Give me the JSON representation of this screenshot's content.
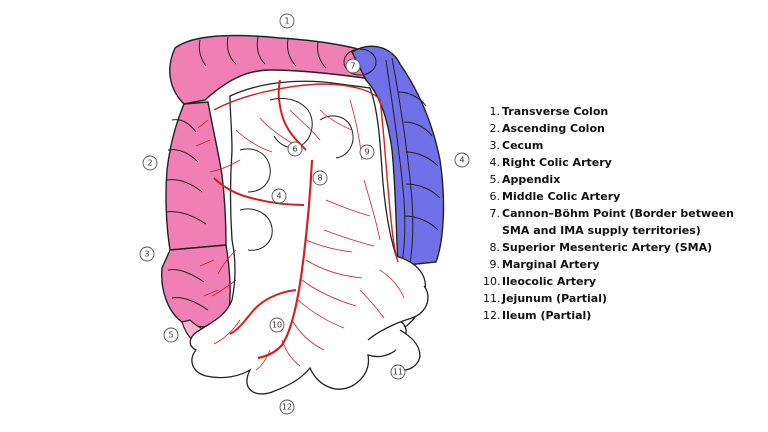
{
  "callouts": {
    "c1": "1",
    "c2": "2",
    "c3": "3",
    "c4": "4",
    "c4b": "4",
    "c5": "5",
    "c6": "6",
    "c7": "7",
    "c8": "8",
    "c9": "9",
    "c10": "10",
    "c11": "11",
    "c12": "12"
  },
  "legend": [
    {
      "num": "1.",
      "label": "Transverse Colon"
    },
    {
      "num": "2.",
      "label": "Ascending Colon"
    },
    {
      "num": "3.",
      "label": "Cecum"
    },
    {
      "num": "4.",
      "label": "Right Colic Artery"
    },
    {
      "num": "5.",
      "label": "Appendix"
    },
    {
      "num": "6.",
      "label": "Middle Colic Artery"
    },
    {
      "num": "7.",
      "label": "Cannon–Böhm Point (Border between SMA and IMA supply territories)"
    },
    {
      "num": "8.",
      "label": "Superior Mesenteric Artery (SMA)"
    },
    {
      "num": "9.",
      "label": "Marginal Artery"
    },
    {
      "num": "10.",
      "label": "Ileocolic Artery"
    },
    {
      "num": "11.",
      "label": "Jejunum (Partial)"
    },
    {
      "num": "12.",
      "label": "Ileum (Partial)"
    }
  ],
  "colors": {
    "sma_territory": "#f080b4",
    "ima_territory": "#7070e8",
    "artery": "#d42020",
    "outline": "#222222"
  }
}
